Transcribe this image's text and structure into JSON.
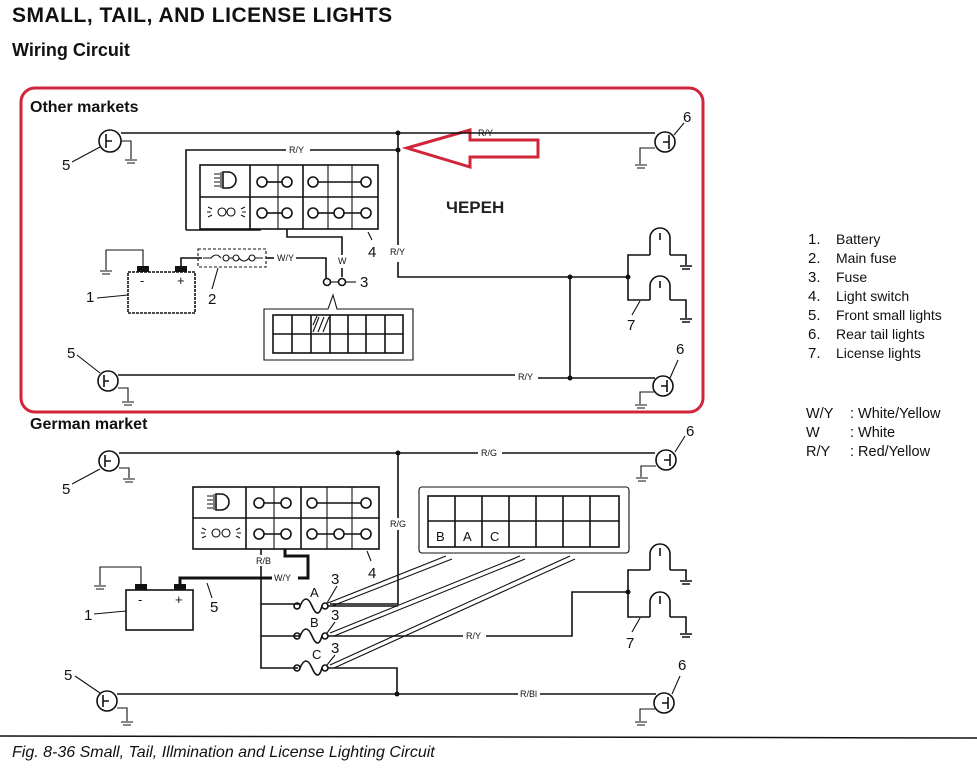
{
  "header": {
    "title": "SMALL, TAIL, AND LICENSE LIGHTS",
    "subtitle": "Wiring Circuit"
  },
  "sections": {
    "other_markets": "Other markets",
    "german_market": "German market"
  },
  "annotation": {
    "text": "ЧЕРЕН",
    "highlight_color": "#d0253a"
  },
  "legend": {
    "items": [
      {
        "num": "1.",
        "label": "Battery"
      },
      {
        "num": "2.",
        "label": "Main fuse"
      },
      {
        "num": "3.",
        "label": "Fuse"
      },
      {
        "num": "4.",
        "label": "Light switch"
      },
      {
        "num": "5.",
        "label": "Front small lights"
      },
      {
        "num": "6.",
        "label": "Rear tail lights"
      },
      {
        "num": "7.",
        "label": "License lights"
      }
    ]
  },
  "wire_codes": [
    {
      "code": "W/Y",
      "meaning": ": White/Yellow"
    },
    {
      "code": "W",
      "meaning": ": White"
    },
    {
      "code": "R/Y",
      "meaning": ": Red/Yellow"
    }
  ],
  "wire_labels": {
    "ry": "R/Y",
    "wy": "W/Y",
    "w": "W",
    "rg": "R/G",
    "rb": "R/B",
    "rbl": "R/Bl"
  },
  "part_numbers": {
    "n1": "1",
    "n2": "2",
    "n3": "3",
    "n4": "4",
    "n5": "5",
    "n6": "6",
    "n7": "7"
  },
  "fuse_letters": {
    "a": "A",
    "b": "B",
    "c": "C"
  },
  "battery_terminals": {
    "neg": "-",
    "pos": "+"
  },
  "caption": "Fig. 8-36  Small, Tail, Illmination and License Lighting Circuit"
}
